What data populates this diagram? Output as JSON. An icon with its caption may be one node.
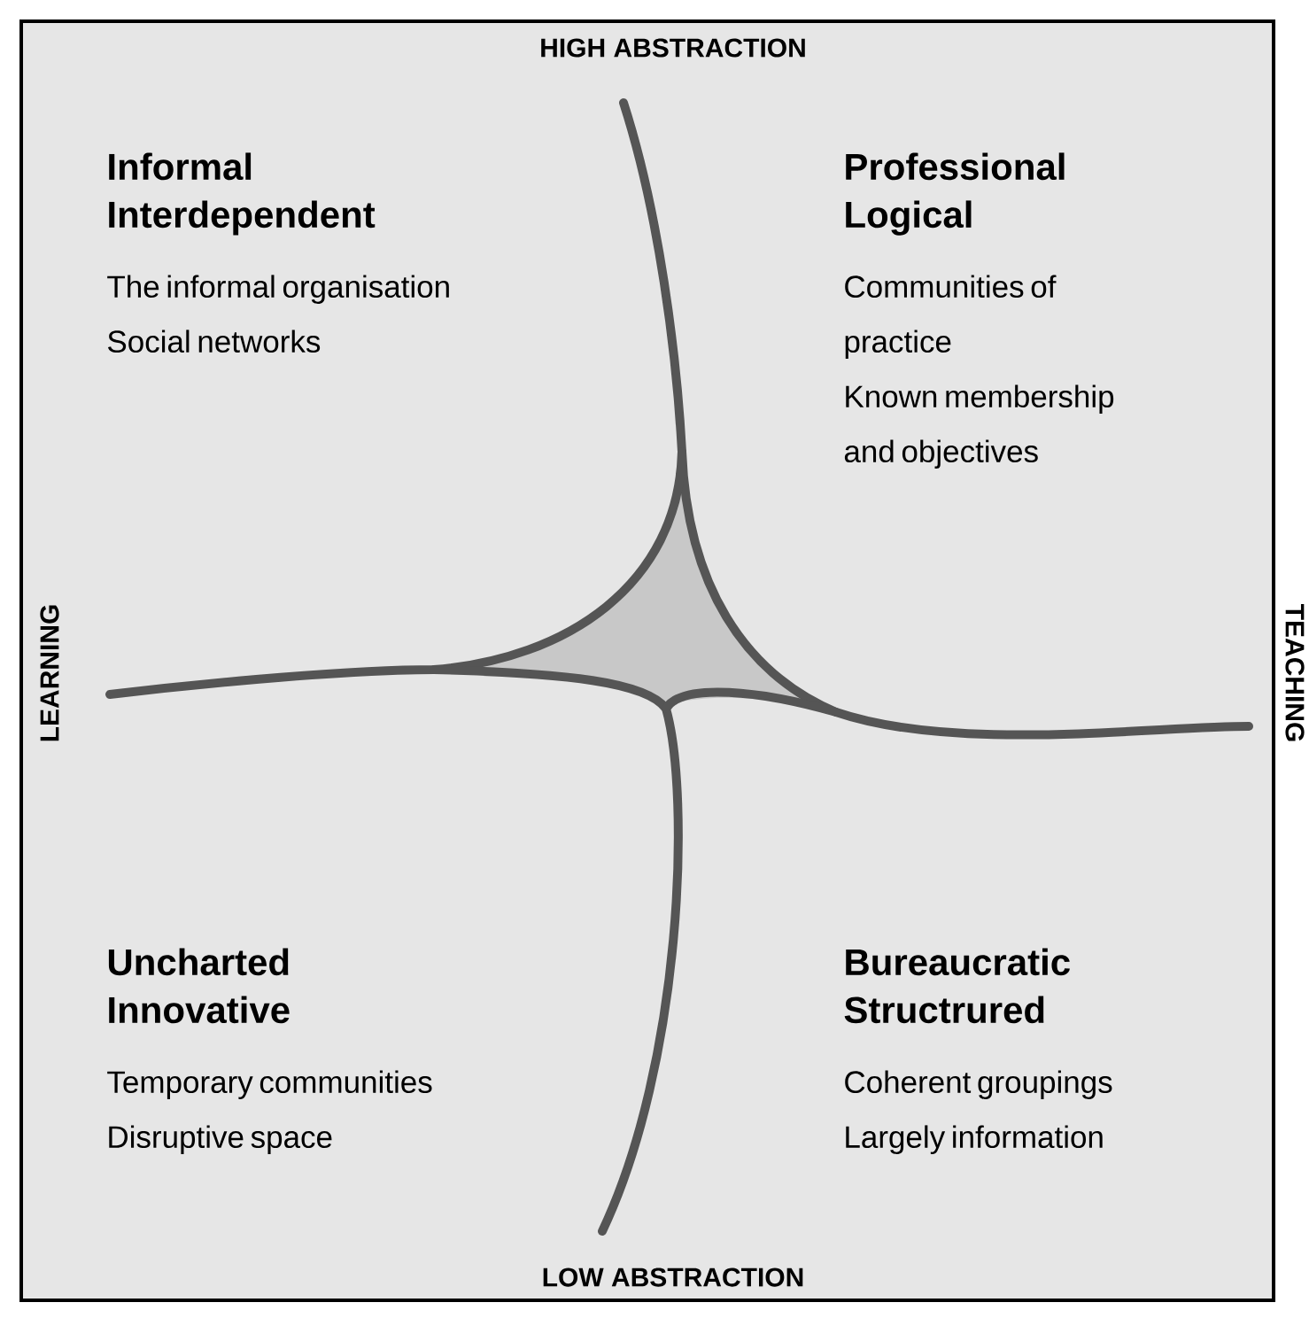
{
  "diagram": {
    "labels": [
      "HIGH ABSTRACTION",
      "Informal Interdependent",
      "The informal organisation",
      "Social networks",
      "Professional Logical",
      "Communities of practice",
      "Known membership and objectives",
      "LEARNING",
      "TEACHING",
      "Uncharted Innovative",
      "Temporary communities",
      "Disruptive space",
      "Bureaucratic Structrured",
      "Coherent groupings",
      "Largely information",
      "LOW ABSTRACTION"
    ]
  }
}
